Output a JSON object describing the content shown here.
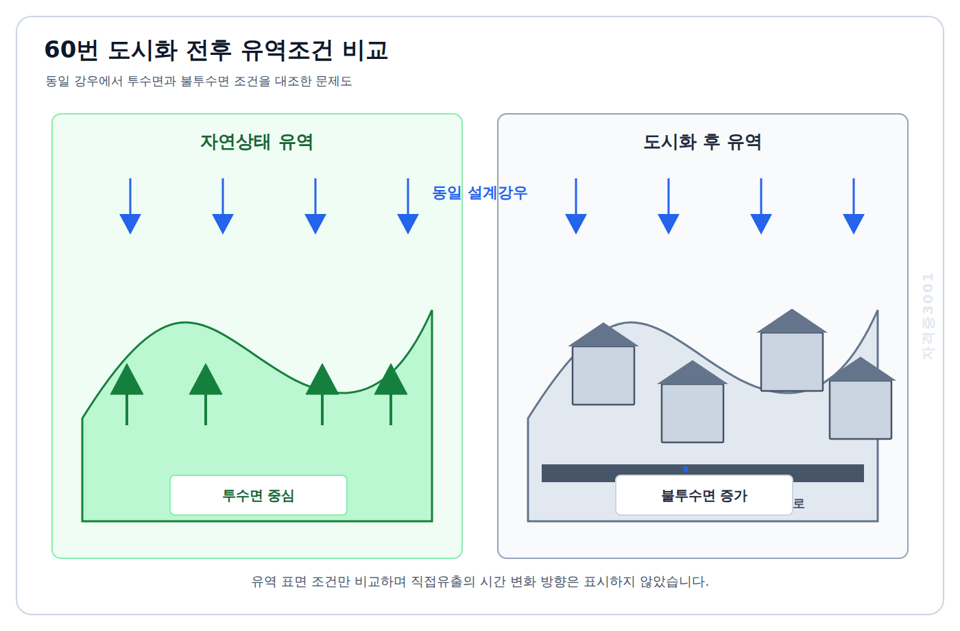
{
  "diagram": {
    "title": "60번 도시화 전후 유역조건 비교",
    "caption": "유역 표면 조건만 비교하며 직접유출의 시간 변화 방향은 표시하지 않았습니다.",
    "nodes": [
      {
        "text": [
          "자연상태 유역"
        ]
      },
      {
        "text": [
          "투수면 중심"
        ],
        "in": 0
      },
      {
        "text": [
          "도시화 후 유역"
        ]
      },
      {
        "text": [
          "불투수면 증가"
        ],
        "in": 2
      }
    ],
    "labels": [
      "동일 강우에서 투수면과 불투수면 조건을 대조한 문제도",
      "동일 설계강우",
      "로",
      "자격증3001"
    ]
  }
}
